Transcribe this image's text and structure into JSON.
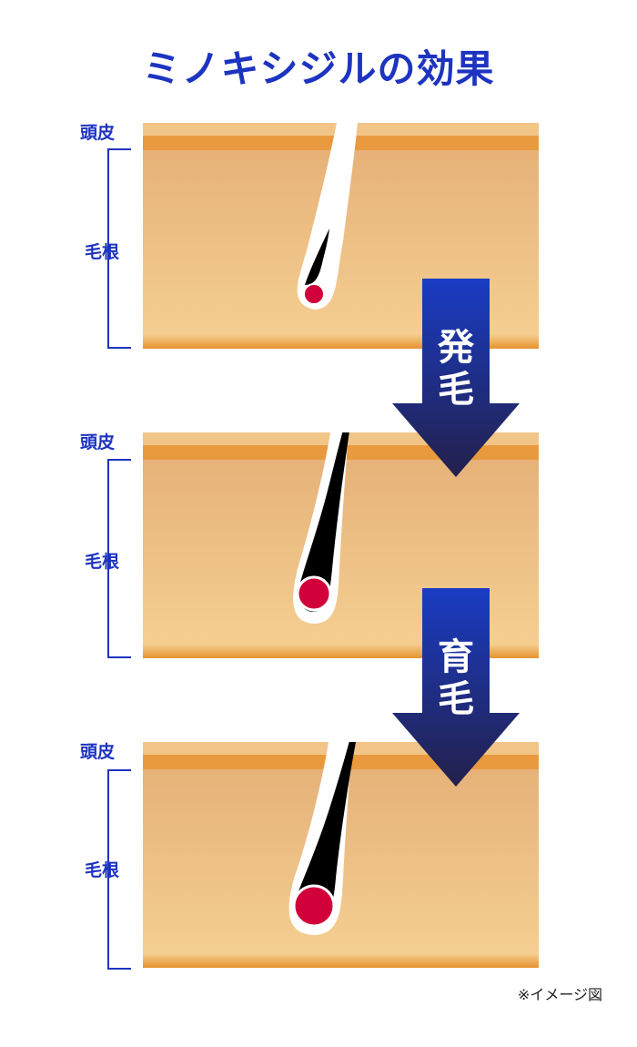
{
  "title": "ミノキシジルの効果",
  "panels": [
    {
      "scalp_label": "頭皮",
      "root_label": "毛根",
      "stage": "before"
    },
    {
      "scalp_label": "頭皮",
      "root_label": "毛根",
      "stage": "growth"
    },
    {
      "scalp_label": "頭皮",
      "root_label": "毛根",
      "stage": "thickening"
    }
  ],
  "arrows": [
    {
      "chars": [
        "発",
        "毛"
      ]
    },
    {
      "chars": [
        "育",
        "毛"
      ]
    }
  ],
  "note": "※イメージ図",
  "colors": {
    "accent_blue": "#1d34c0",
    "arrow_top": "#1a3cc4",
    "arrow_bottom": "#23204a",
    "skin_light": "#f5cf92",
    "skin_dark": "#e6b279",
    "orange_band": "#e99a3e",
    "bulb_red": "#d1003a",
    "hair": "#000000"
  }
}
